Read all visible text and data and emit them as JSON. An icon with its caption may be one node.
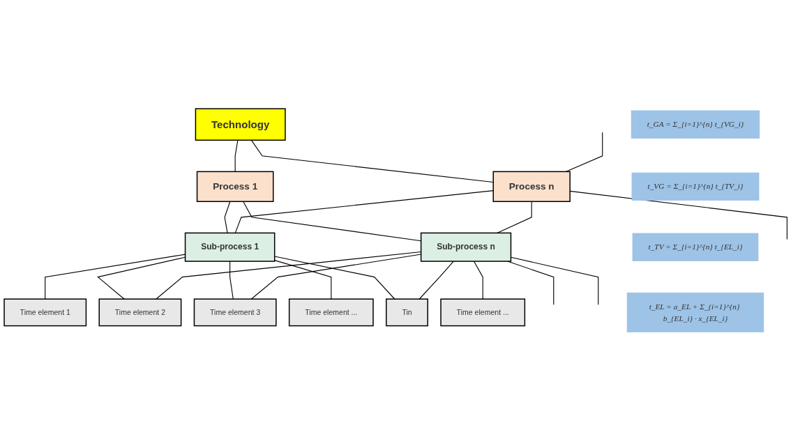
{
  "diagram": {
    "nodes": [
      {
        "text": [
          "Technology"
        ]
      },
      {
        "text": [
          "t_GA = Σ_{i=1}^{n} t_{VG_i}"
        ]
      },
      {
        "text": [
          "Process 1"
        ]
      },
      {
        "text": [
          "Process n"
        ]
      },
      {
        "text": [
          "t_VG = Σ_{i=1}^{n} t_{TV_i}"
        ]
      },
      {
        "text": [
          "Sub-process 1"
        ]
      },
      {
        "text": [
          "Sub-process n"
        ]
      },
      {
        "text": [
          "t_TV = Σ_{i=1}^{n} t_{EL_i}"
        ]
      },
      {
        "text": [
          "Time element 1"
        ]
      },
      {
        "text": [
          "Time element 2"
        ]
      },
      {
        "text": [
          "Time element 3"
        ]
      },
      {
        "text": [
          "Time element ..."
        ]
      },
      {
        "text": [
          "Time element ..."
        ]
      },
      {
        "text": [
          "Tin"
        ]
      },
      {
        "text": [
          "t_EL = a_EL + Σ_{i=1}^{n} b_{EL_i} · x_{EL_i}"
        ]
      }
    ],
    "edges": [
      {
        "from": 0,
        "to": 2,
        "arrow": "none"
      },
      {
        "from": 0,
        "to": 3,
        "arrow": "none"
      },
      {
        "from": null,
        "to": 3,
        "arrow": "none"
      },
      {
        "from": 2,
        "to": 5,
        "arrow": "none"
      },
      {
        "from": 2,
        "to": 6,
        "arrow": "none"
      },
      {
        "from": 3,
        "to": 5,
        "arrow": "none"
      },
      {
        "from": 3,
        "to": 6,
        "arrow": "none"
      },
      {
        "from": 3,
        "to": null,
        "arrow": "none"
      },
      {
        "from": 5,
        "to": 8,
        "arrow": "none"
      },
      {
        "from": 5,
        "to": 9,
        "arrow": "none"
      },
      {
        "from": 5,
        "to": 10,
        "arrow": "none"
      },
      {
        "from": 5,
        "to": 11,
        "arrow": "none"
      },
      {
        "from": 5,
        "to": 13,
        "arrow": "none"
      },
      {
        "from": 6,
        "to": 9,
        "arrow": "none"
      },
      {
        "from": 6,
        "to": 10,
        "arrow": "none"
      },
      {
        "from": 6,
        "to": 12,
        "arrow": "none"
      },
      {
        "from": 6,
        "to": 13,
        "arrow": "none"
      },
      {
        "from": 6,
        "to": null,
        "arrow": "none"
      },
      {
        "from": 6,
        "to": null,
        "arrow": "none"
      }
    ]
  }
}
